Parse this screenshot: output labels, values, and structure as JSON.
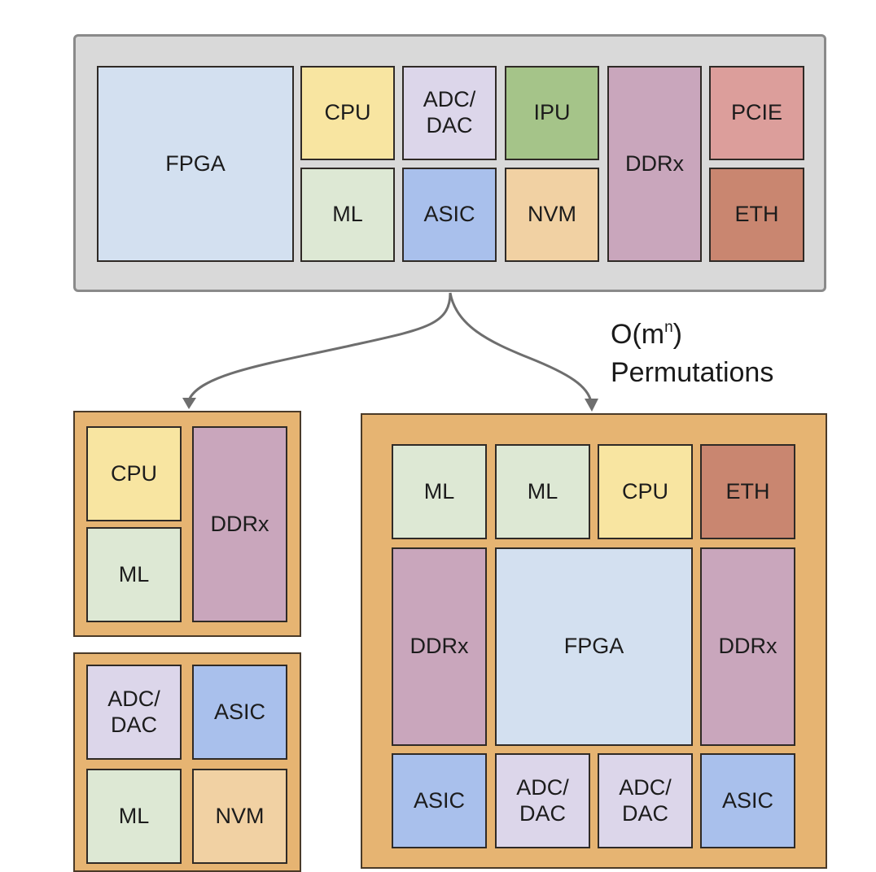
{
  "colors": {
    "FPGA": "#d3e0f0",
    "CPU": "#f8e5a1",
    "ADC/DAC": "#dcd6ea",
    "IPU": "#a5c489",
    "ML": "#dde8d4",
    "ASIC": "#a9c0ec",
    "NVM": "#f1d1a3",
    "DDRx": "#c9a6bc",
    "PCIE": "#dc9e9b",
    "ETH": "#c98670",
    "board_top": "#d9d9d9",
    "board_variant": "#e6b472",
    "arrow": "#6e6e6e"
  },
  "top_board": {
    "blocks": [
      {
        "id": "fpga",
        "label": "FPGA",
        "type": "FPGA"
      },
      {
        "id": "cpu",
        "label": "CPU",
        "type": "CPU"
      },
      {
        "id": "ml",
        "label": "ML",
        "type": "ML"
      },
      {
        "id": "adc-dac",
        "label": "ADC/\nDAC",
        "type": "ADC/DAC"
      },
      {
        "id": "asic",
        "label": "ASIC",
        "type": "ASIC"
      },
      {
        "id": "ipu",
        "label": "IPU",
        "type": "IPU"
      },
      {
        "id": "nvm",
        "label": "NVM",
        "type": "NVM"
      },
      {
        "id": "ddrx",
        "label": "DDRx",
        "type": "DDRx"
      },
      {
        "id": "pcie",
        "label": "PCIE",
        "type": "PCIE"
      },
      {
        "id": "eth",
        "label": "ETH",
        "type": "ETH"
      }
    ]
  },
  "annotation": {
    "complexity_base": "O(m",
    "complexity_exp": "n",
    "complexity_close": ")",
    "caption": "Permutations"
  },
  "variant_small_1": {
    "blocks": [
      {
        "label": "CPU",
        "type": "CPU"
      },
      {
        "label": "ML",
        "type": "ML"
      },
      {
        "label": "DDRx",
        "type": "DDRx"
      }
    ]
  },
  "variant_small_2": {
    "blocks": [
      {
        "label": "ADC/\nDAC",
        "type": "ADC/DAC"
      },
      {
        "label": "ASIC",
        "type": "ASIC"
      },
      {
        "label": "ML",
        "type": "ML"
      },
      {
        "label": "NVM",
        "type": "NVM"
      }
    ]
  },
  "variant_large": {
    "blocks": [
      {
        "label": "ML",
        "type": "ML"
      },
      {
        "label": "ML",
        "type": "ML"
      },
      {
        "label": "CPU",
        "type": "CPU"
      },
      {
        "label": "ETH",
        "type": "ETH"
      },
      {
        "label": "DDRx",
        "type": "DDRx"
      },
      {
        "label": "FPGA",
        "type": "FPGA"
      },
      {
        "label": "DDRx",
        "type": "DDRx"
      },
      {
        "label": "ASIC",
        "type": "ASIC"
      },
      {
        "label": "ADC/\nDAC",
        "type": "ADC/DAC"
      },
      {
        "label": "ADC/\nDAC",
        "type": "ADC/DAC"
      },
      {
        "label": "ASIC",
        "type": "ASIC"
      }
    ]
  }
}
